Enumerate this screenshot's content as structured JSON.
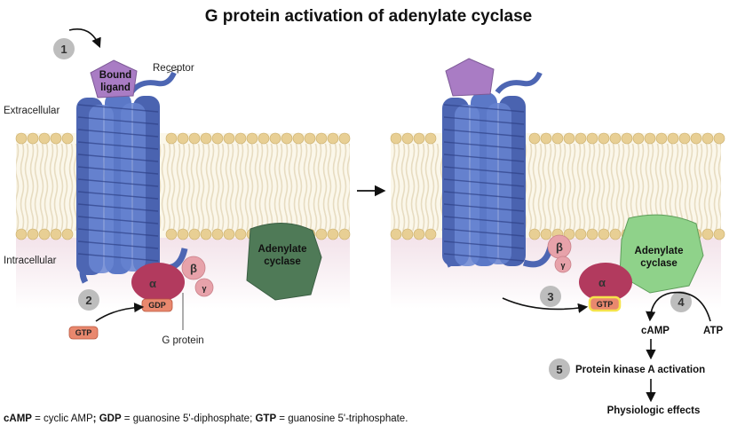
{
  "title": "G protein activation of adenylate cyclase",
  "labels": {
    "extracellular": "Extracellular",
    "intracellular": "Intracellular",
    "receptor": "Receptor",
    "bound_ligand_line1": "Bound",
    "bound_ligand_line2": "ligand",
    "adenylate_line1": "Adenylate",
    "adenylate_line2": "cyclase",
    "g_protein": "G protein",
    "alpha": "α",
    "beta": "β",
    "gamma": "γ",
    "gdp": "GDP",
    "gtp": "GTP",
    "camp": "cAMP",
    "atp": "ATP",
    "pka": "Protein kinase A activation",
    "physiologic": "Physiologic effects"
  },
  "steps": [
    "1",
    "2",
    "3",
    "4",
    "5"
  ],
  "footnote": {
    "k1": "cAMP",
    "v1": " = cyclic AMP",
    "sep1": "; ",
    "k2": "GDP",
    "v2": " = guanosine 5'-diphosphate; ",
    "k3": "GTP",
    "v3": " = guanosine 5'-triphosphate."
  },
  "colors": {
    "ligand": "#a97cc4",
    "helix": "#5b78c7",
    "helix_dark": "#3b4f9a",
    "lipid_head": "#e8cf94",
    "lipid_tail": "#f2ead6",
    "alpha": "#b23a5e",
    "beta_gamma": "#e7a2aa",
    "cyclase_inactive": "#4f7a57",
    "cyclase_active": "#8fd28a",
    "gtp": "#e9886e",
    "step_circle": "#bdbdbd"
  }
}
